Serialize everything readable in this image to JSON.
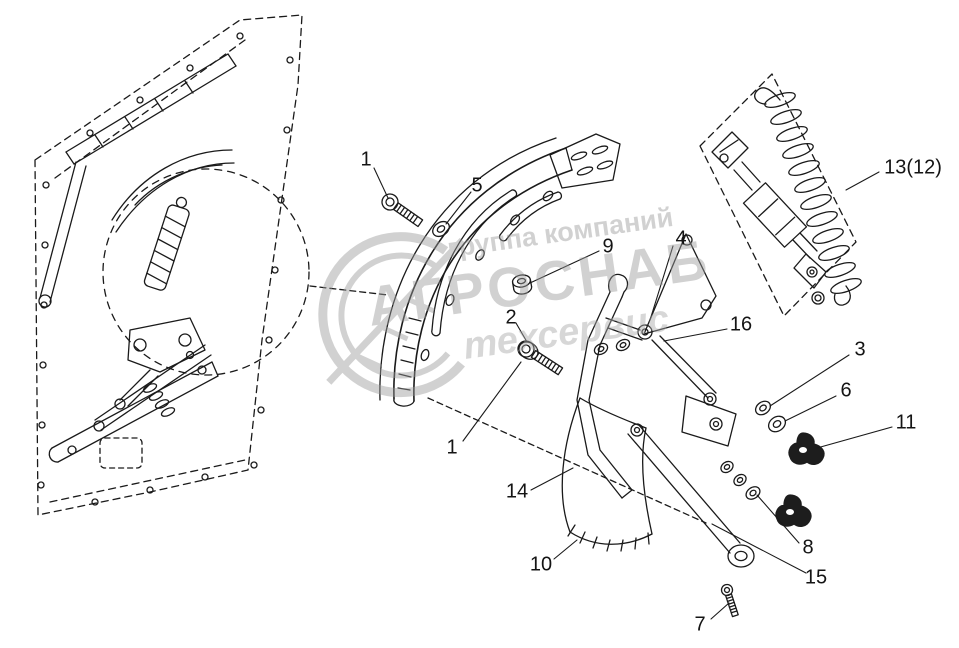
{
  "figure": {
    "type": "exploded-parts-diagram",
    "background_color": "#ffffff",
    "line_color": "#1a1a1a",
    "watermark_color": "#9b9b9b"
  },
  "watermark": {
    "line1": "группа компаний",
    "line2": "АГРОСНАБ",
    "line3": "техсервис"
  },
  "callouts": [
    {
      "id": "1a",
      "label": "1"
    },
    {
      "id": "5",
      "label": "5"
    },
    {
      "id": "9",
      "label": "9"
    },
    {
      "id": "4",
      "label": "4"
    },
    {
      "id": "2",
      "label": "2"
    },
    {
      "id": "16",
      "label": "16"
    },
    {
      "id": "3",
      "label": "3"
    },
    {
      "id": "6",
      "label": "6"
    },
    {
      "id": "11",
      "label": "11"
    },
    {
      "id": "13_12",
      "label": "13(12)"
    },
    {
      "id": "1b",
      "label": "1"
    },
    {
      "id": "14",
      "label": "14"
    },
    {
      "id": "10",
      "label": "10"
    },
    {
      "id": "8",
      "label": "8"
    },
    {
      "id": "15",
      "label": "15"
    },
    {
      "id": "7",
      "label": "7"
    }
  ]
}
